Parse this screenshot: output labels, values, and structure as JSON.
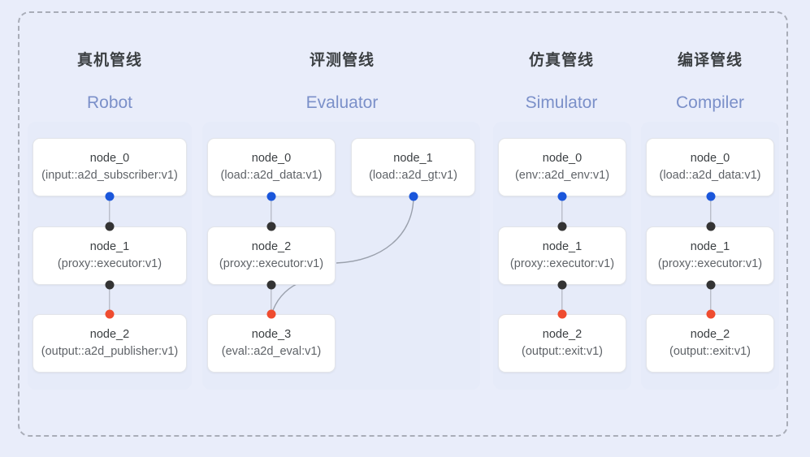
{
  "frame": {
    "border_style": "dashed",
    "border_color": "#a9adb8",
    "background_color": "#e9edfa"
  },
  "palette": {
    "background": "#e9edfa",
    "node_fill": "#ffffff",
    "node_border": "#e3e5ea",
    "heading_cn": "#3c4043",
    "heading_en": "#7b90c9",
    "port_input": "#1a56db",
    "port_mid": "#343434",
    "port_output": "#ef4c30",
    "edge": "#9aa0ac"
  },
  "columns": [
    {
      "id": "robot",
      "title_cn": "真机管线",
      "title_en": "Robot",
      "nodes": [
        {
          "name": "node_0",
          "type": "(input::a2d_subscriber:v1)"
        },
        {
          "name": "node_1",
          "type": "(proxy::executor:v1)"
        },
        {
          "name": "node_2",
          "type": "(output::a2d_publisher:v1)"
        }
      ]
    },
    {
      "id": "evaluator",
      "title_cn": "评测管线",
      "title_en": "Evaluator",
      "nodes": [
        {
          "name": "node_0",
          "type": "(load::a2d_data:v1)"
        },
        {
          "name": "node_1",
          "type": "(load::a2d_gt:v1)"
        },
        {
          "name": "node_2",
          "type": "(proxy::executor:v1)"
        },
        {
          "name": "node_3",
          "type": "(eval::a2d_eval:v1)"
        }
      ]
    },
    {
      "id": "simulator",
      "title_cn": "仿真管线",
      "title_en": "Simulator",
      "nodes": [
        {
          "name": "node_0",
          "type": "(env::a2d_env:v1)"
        },
        {
          "name": "node_1",
          "type": "(proxy::executor:v1)"
        },
        {
          "name": "node_2",
          "type": "(output::exit:v1)"
        }
      ]
    },
    {
      "id": "compiler",
      "title_cn": "编译管线",
      "title_en": "Compiler",
      "nodes": [
        {
          "name": "node_0",
          "type": "(load::a2d_data:v1)"
        },
        {
          "name": "node_1",
          "type": "(proxy::executor:v1)"
        },
        {
          "name": "node_2",
          "type": "(output::exit:v1)"
        }
      ]
    }
  ]
}
